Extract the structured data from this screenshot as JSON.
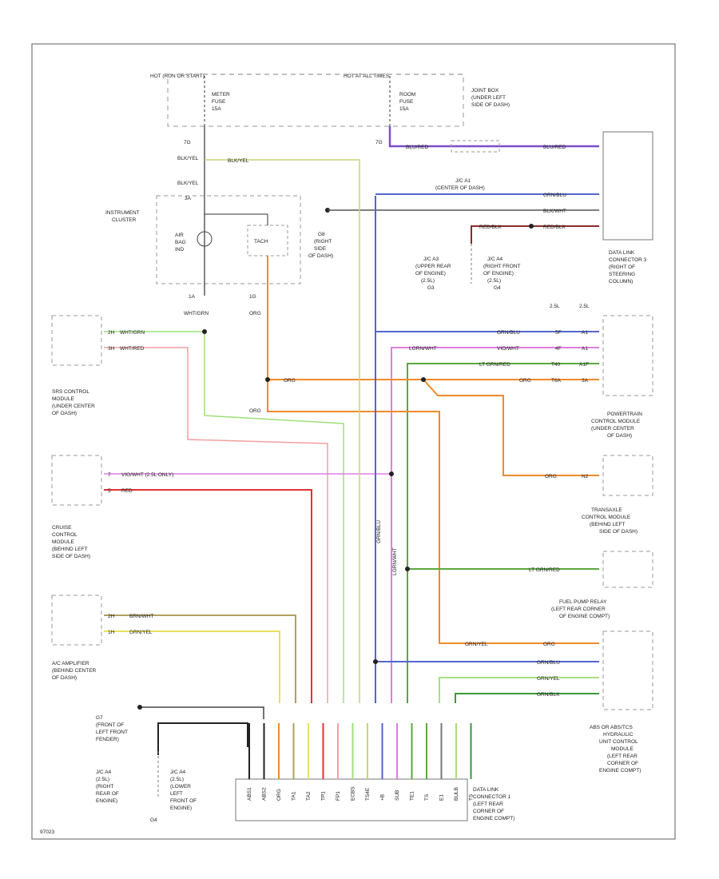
{
  "header": {
    "hot_run_start": "HOT (RUN OR START)",
    "hot_at_all_times": "HOT AT ALL TIMES",
    "meter_fuse": [
      "METER",
      "FUSE",
      "15A"
    ],
    "room_fuse": [
      "ROOM",
      "FUSE",
      "15A"
    ],
    "joint_box": [
      "JOINT BOX",
      "(UNDER LEFT",
      "SIDE OF DASH)"
    ]
  },
  "instrument_cluster": {
    "title": [
      "INSTRUMENT",
      "CLUSTER"
    ],
    "air_bag": [
      "AIR",
      "BAG",
      "IND"
    ],
    "tach": "TACH",
    "pin_top": "3A",
    "pin_bottom": "1A",
    "pin_tach": "1G",
    "wire_in": "BLK/YEL",
    "wire_out": "WHT/GRN"
  },
  "joint_box_pins": {
    "meter_out": "7G",
    "room_out": "7G",
    "meter_wire": "BLK/YEL"
  },
  "grounds": {
    "g_right_side": [
      "G8",
      "(RIGHT",
      "SIDE",
      "OF DASH)"
    ],
    "j_center": [
      "J/C A1",
      "(CENTER OF DASH)"
    ],
    "j_upper_rear": [
      "J/C A3",
      "(UPPER REAR",
      "OF ENGINE)",
      "(2.5L)",
      "G3"
    ],
    "j_right_front": [
      "J/C A4",
      "(RIGHT FRONT",
      "OF ENGINE)",
      "(2.5L)",
      "G4"
    ],
    "g_left_fender": [
      "G7",
      "(FRONT OF",
      "LEFT FRONT",
      "FENDER)"
    ],
    "j_right_rear_left": [
      "J/C A4",
      "(2.5L)",
      "(RIGHT",
      "REAR OF",
      "ENGINE)"
    ],
    "j_lower_left_front": [
      "J/C A4",
      "(2.5L)",
      "(LOWER",
      "LEFT",
      "FRONT OF",
      "ENGINE)"
    ],
    "g_bottom": "G4"
  },
  "modules": {
    "srs": [
      "SRS CONTROL",
      "MODULE",
      "(UNDER CENTER",
      "OF DASH)"
    ],
    "cruise": [
      "CRUISE",
      "CONTROL",
      "MODULE",
      "(BEHIND LEFT",
      "SIDE OF DASH)"
    ],
    "ac_amp": [
      "A/C AMPLIFIER",
      "(BEHIND CENTER",
      "OF DASH)"
    ],
    "dlc3_top": [
      "DATA LINK",
      "CONNECTOR 3",
      "(RIGHT OF",
      "STEERING",
      "COLUMN)"
    ],
    "pcm": [
      "POWERTRAIN",
      "CONTROL MODULE",
      "(UNDER CENTER",
      "OF DASH)"
    ],
    "tcm": [
      "TRANSAXLE",
      "CONTROL MODULE",
      "(BEHIND LEFT",
      "SIDE OF DASH)"
    ],
    "fuel_pump": [
      "FUEL PUMP RELAY",
      "(LEFT REAR CORNER",
      "OF ENGINE COMPT)"
    ],
    "abs": [
      "ABS OR ABS/TCS",
      "HYDRAULIC",
      "UNIT CONTROL",
      "MODULE",
      "(LEFT REAR",
      "CORNER OF",
      "ENGINE COMPT)"
    ],
    "dlc1": [
      "DATA LINK",
      "CONNECTOR 1",
      "(LEFT REAR",
      "CORNER OF",
      "ENGINE COMPT)"
    ]
  },
  "wires": {
    "blu_red": "BLU/RED",
    "blk_yel": "BLK/YEL",
    "grn_blu": "GRN/BLU",
    "blk_wht": "BLK/WHT",
    "red_blk": "RED/BLK",
    "lgrn_wht": "LGRN/WHT",
    "vio_wht": "VIO/WHT",
    "lt_grn_red": "LT GRN/RED",
    "org": "ORG",
    "wht_grn": "WHT/GRN",
    "wht_red": "WHT/RED",
    "vio_wht_25": "VIO/WHT (2.5L ONLY)",
    "red": "RED",
    "brn_wht": "BRN/WHT",
    "grn_yel": "GRN/YEL",
    "grn_blk": "GRN/BLK",
    "orn_yel": "ORN/YEL",
    "blk_yel_v": "BLK/YEL",
    "grn_blu_v": "GRN/BLU",
    "lgrn_wht_v": "LGRN/WHT"
  },
  "pcm_pins": {
    "header_left": "2.5L",
    "header_right": "2.5L",
    "row1": [
      "5F",
      "A1"
    ],
    "row2": [
      "4F",
      "A1"
    ],
    "row3": [
      "T40",
      "A1F"
    ],
    "row4": [
      "T6A",
      "3A"
    ]
  },
  "dlc1_pins": [
    "ABS1",
    "ABS2",
    "ORG",
    "TA1",
    "TA2",
    "TP1",
    "FP1",
    "ECBS",
    "TS4E",
    "+B",
    "SUB",
    "TE1",
    "TS",
    "E1",
    "BULB",
    "TS"
  ],
  "srs_pins": [
    "2H",
    "3H"
  ],
  "cruise_pins": [
    "7",
    "5"
  ],
  "ac_pins": [
    "2H",
    "1H"
  ],
  "tcm_pin": "N2",
  "corner_code": "97023"
}
